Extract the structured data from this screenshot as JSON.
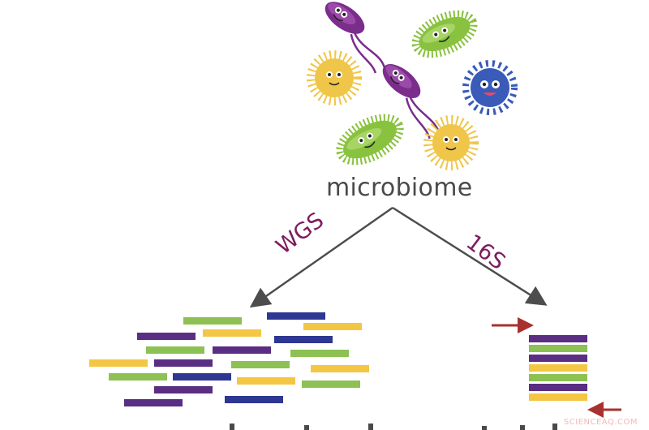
{
  "diagram": {
    "root_label": "microbiome",
    "branches": [
      {
        "label": "WGS"
      },
      {
        "label": "16S"
      }
    ],
    "colors": {
      "bar_green": "#8dc154",
      "bar_purple": "#5a2e82",
      "bar_yellow": "#f3c644",
      "bar_navy": "#2e3792",
      "arrow_dark": "#4d4d4d",
      "primer_red": "#a8312f",
      "branch_label": "#7d1c5e",
      "label_gray": "#4a4a4a"
    },
    "microbes": [
      {
        "kind": "rod",
        "color": "#7b2d8c"
      },
      {
        "kind": "spiky-rod",
        "color": "#89c23f"
      },
      {
        "kind": "hairy-blob",
        "color": "#f0c64a"
      },
      {
        "kind": "rod",
        "color": "#7b2d8c"
      },
      {
        "kind": "round-spiky",
        "color": "#3a5cb8"
      },
      {
        "kind": "spiky-rod",
        "color": "#89c23f"
      },
      {
        "kind": "hairy-blob",
        "color": "#f0c64a"
      }
    ],
    "watermark": "SCIENCEAQ.COM"
  }
}
